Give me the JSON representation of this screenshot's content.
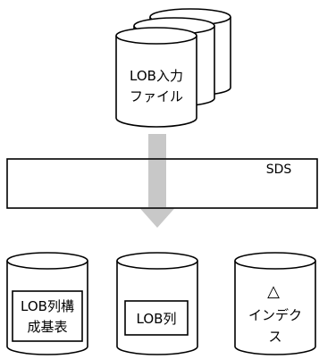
{
  "input_stack": {
    "line1": "LOB入力",
    "line2": "ファイル"
  },
  "system": {
    "label": "SDS"
  },
  "outputs": [
    {
      "line1": "LOB列構",
      "line2": "成基表"
    },
    {
      "line1": "LOB列"
    },
    {
      "symbol": "△",
      "line1": "インデク",
      "line2": "ス"
    }
  ]
}
